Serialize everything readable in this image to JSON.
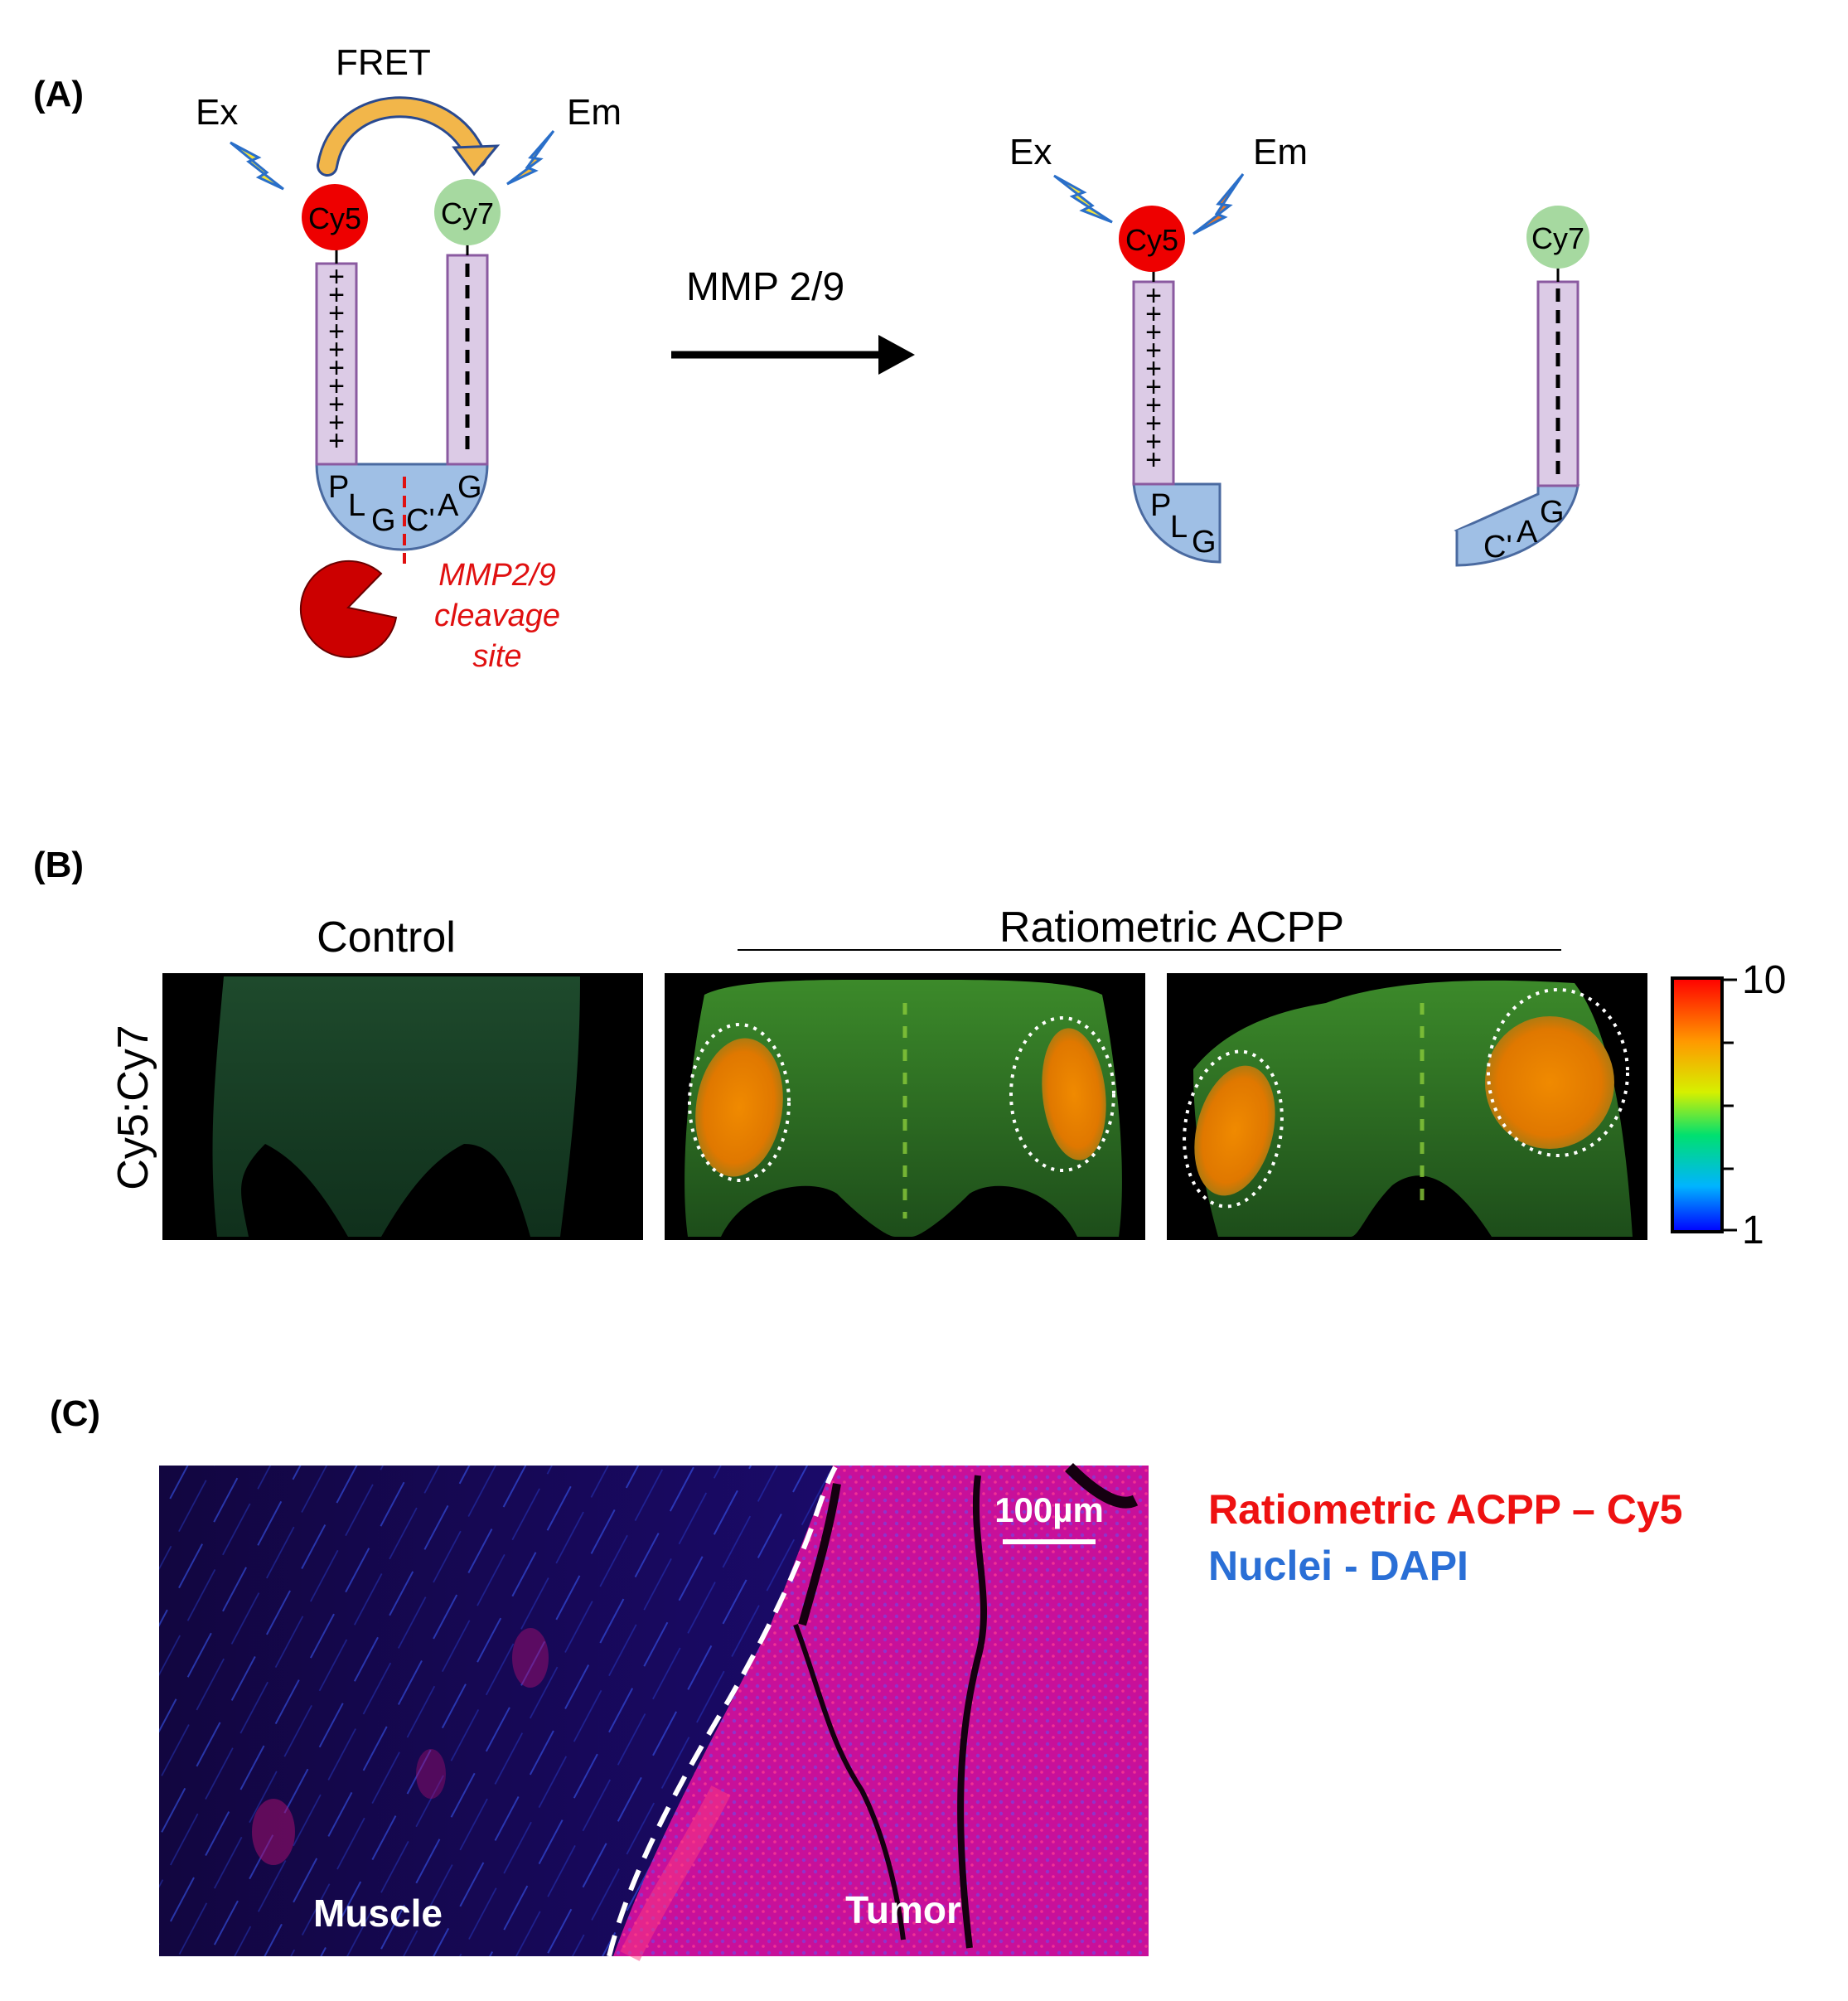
{
  "panelA": {
    "label": "(A)",
    "fret": "FRET",
    "ex": "Ex",
    "em": "Em",
    "cy5": "Cy5",
    "cy7": "Cy7",
    "enzyme": "MMP 2/9",
    "cleavage_lines": [
      "MMP2/9",
      "cleavage",
      "site"
    ],
    "residues": {
      "p": "P",
      "l": "L",
      "g": "G",
      "c": "C'",
      "a": "A"
    },
    "plus": "+",
    "colors": {
      "cy5": "#ee0000",
      "cy7": "#a6d9a0",
      "strand": "#dccbe6",
      "linker": "#9fbfe5",
      "cleavage": "#e01010",
      "bolt": "#f5e33a"
    }
  },
  "panelB": {
    "label": "(B)",
    "control": "Control",
    "ratiometric": "Ratiometric ACPP",
    "ylabel": "Cy5:Cy7",
    "colorbar": {
      "max": "10",
      "min": "1"
    }
  },
  "panelC": {
    "label": "(C)",
    "scale_bar": "100µm",
    "muscle": "Muscle",
    "tumor": "Tumor",
    "legend_cy5": "Ratiometric ACPP – Cy5",
    "legend_dapi": "Nuclei - DAPI",
    "colors": {
      "cy5": "#ee1111",
      "dapi": "#2a6fd6"
    }
  }
}
